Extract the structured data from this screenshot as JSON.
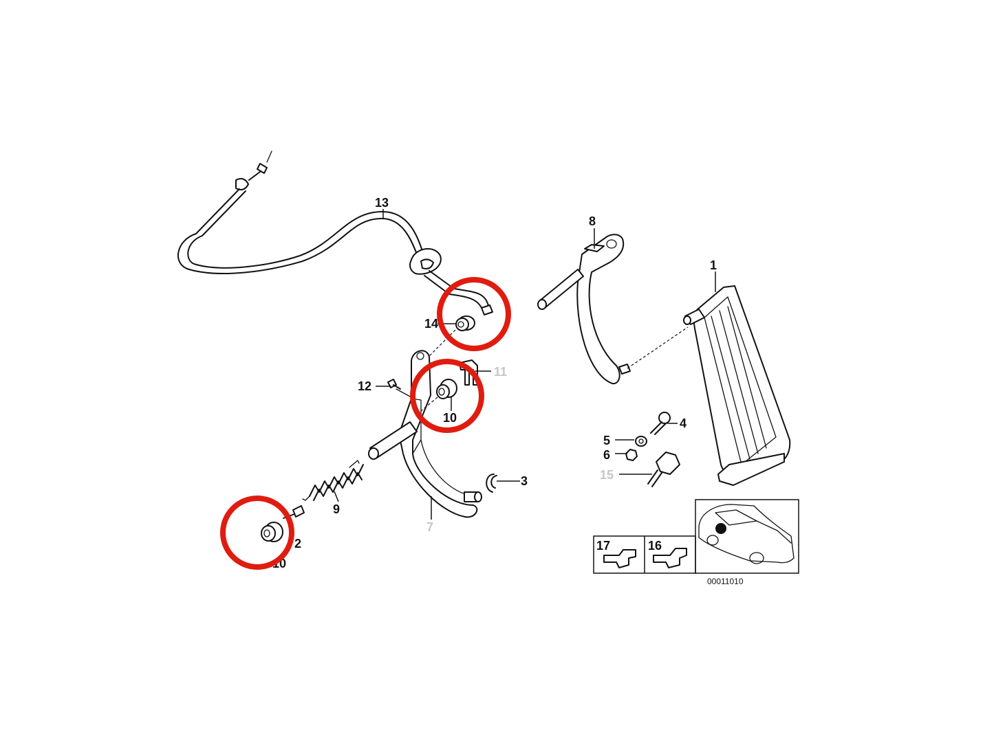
{
  "diagram": {
    "callouts": {
      "c1": "1",
      "c3": "3",
      "c4": "4",
      "c5": "5",
      "c6": "6",
      "c7": "7",
      "c8": "8",
      "c9": "9",
      "c10": "10",
      "c11": "11",
      "c12": "12",
      "c12b": "2",
      "c13": "13",
      "c14": "14",
      "c15": "15",
      "c16": "16",
      "c17": "17",
      "c10b": "10"
    },
    "reference_number": "00011010",
    "colors": {
      "line": "#111111",
      "highlight": "#e01c10",
      "muted_label": "#c6c6c6"
    }
  }
}
